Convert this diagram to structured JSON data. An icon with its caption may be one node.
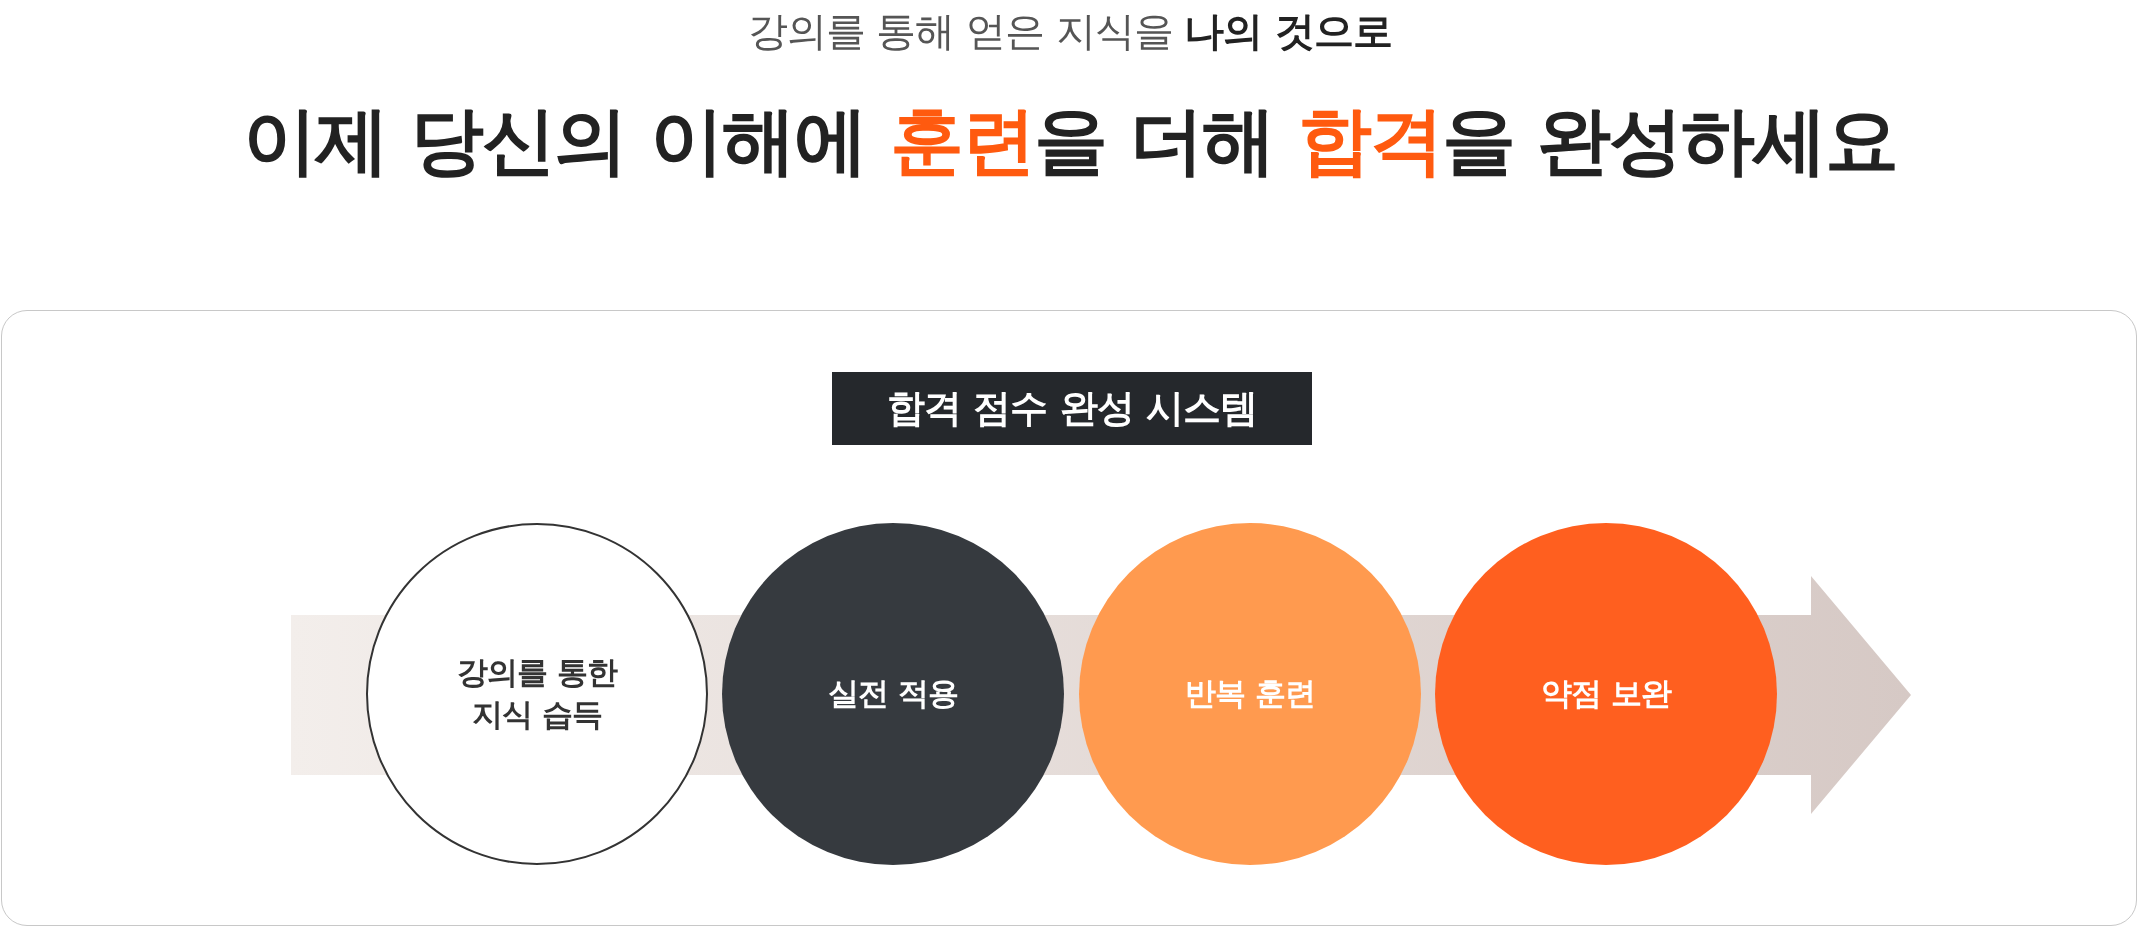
{
  "diagram": {
    "title": "이제 당신의 이해에 **훈련**을 더해 **합격**을 완성하세요",
    "nodes": [
      {
        "text": [
          "강의를 통한 지식 습득"
        ]
      },
      {
        "text": [
          "실전 적용"
        ]
      },
      {
        "text": [
          "반복 훈련"
        ]
      },
      {
        "text": [
          "약점 보완"
        ]
      }
    ],
    "labels": [
      "강의를 통해 얻은 지식을 **나의 것으로**",
      "합격 점수 완성 시스템"
    ]
  }
}
